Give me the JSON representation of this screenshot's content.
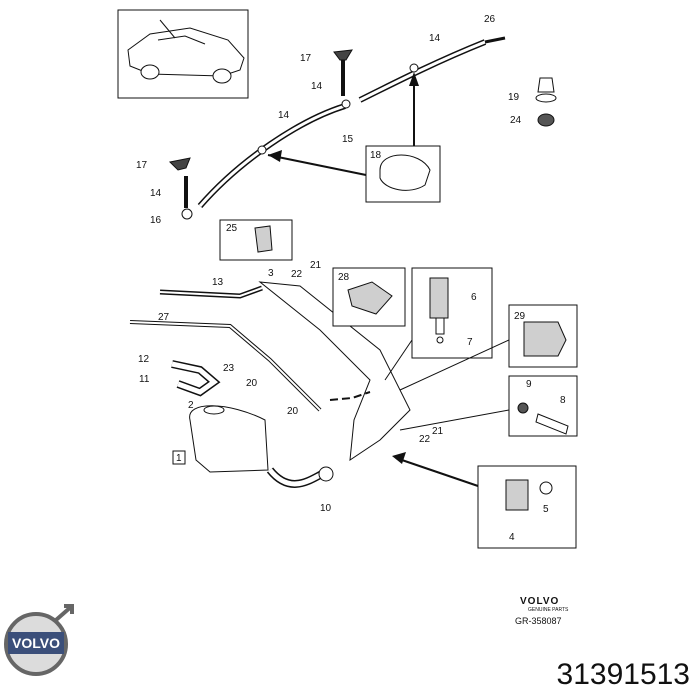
{
  "callouts": [
    "26",
    "17",
    "14",
    "14",
    "14",
    "15",
    "17",
    "14",
    "16",
    "18",
    "19",
    "24",
    "25",
    "3",
    "22",
    "21",
    "13",
    "28",
    "6",
    "7",
    "27",
    "29",
    "12",
    "23",
    "11",
    "20",
    "2",
    "20",
    "9",
    "8",
    "1",
    "21",
    "22",
    "10",
    "5",
    "4"
  ],
  "brand": {
    "name": "VOLVO",
    "genuine": "GENUINE PARTS",
    "ref": "GR-358087",
    "logo_text": "VOLVO"
  },
  "part_number": "31391513",
  "colors": {
    "line": "#111111",
    "fill": "#ffffff",
    "shade": "#cfcfcf"
  }
}
